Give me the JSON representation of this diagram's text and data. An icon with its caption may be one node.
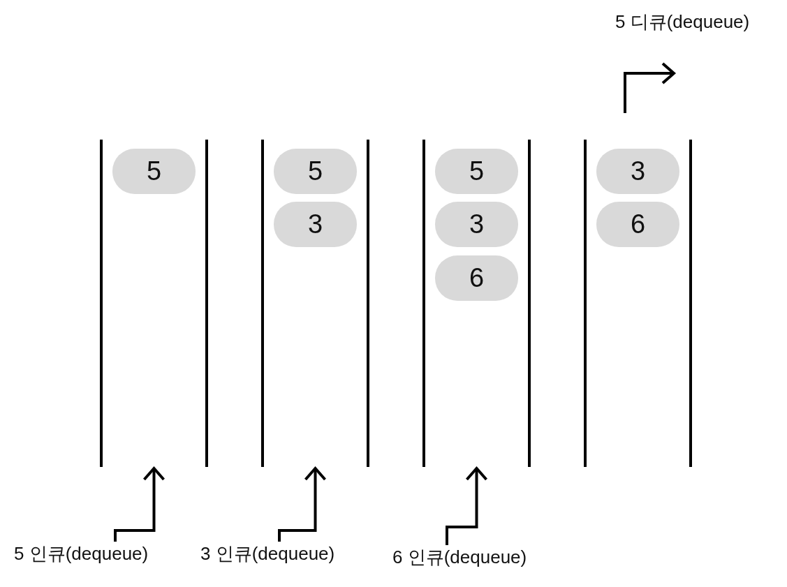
{
  "diagram": {
    "nodes": [
      {
        "text": [
          "5 디큐(dequeue)"
        ]
      },
      {
        "text": [],
        "shape": "tube"
      },
      {
        "text": [
          "5"
        ],
        "in": 1
      },
      {
        "text": [],
        "shape": "tube"
      },
      {
        "text": [
          "5"
        ],
        "in": 3
      },
      {
        "text": [
          "3"
        ],
        "in": 3
      },
      {
        "text": [],
        "shape": "tube"
      },
      {
        "text": [
          "5"
        ],
        "in": 6
      },
      {
        "text": [
          "3"
        ],
        "in": 6
      },
      {
        "text": [
          "6"
        ],
        "in": 6
      },
      {
        "text": [],
        "shape": "tube"
      },
      {
        "text": [
          "3"
        ],
        "in": 10
      },
      {
        "text": [
          "6"
        ],
        "in": 10
      },
      {
        "text": [
          "5 인큐(dequeue)"
        ]
      },
      {
        "text": [
          "3 인큐(dequeue)"
        ]
      },
      {
        "text": [
          "6 인큐(dequeue)"
        ]
      }
    ],
    "edges": [
      {
        "from": 13,
        "to": 1,
        "arrow": "to"
      },
      {
        "from": 14,
        "to": 3,
        "arrow": "to"
      },
      {
        "from": 15,
        "to": 6,
        "arrow": "to"
      },
      {
        "from": 10,
        "to": null,
        "arrow": "to"
      }
    ]
  }
}
